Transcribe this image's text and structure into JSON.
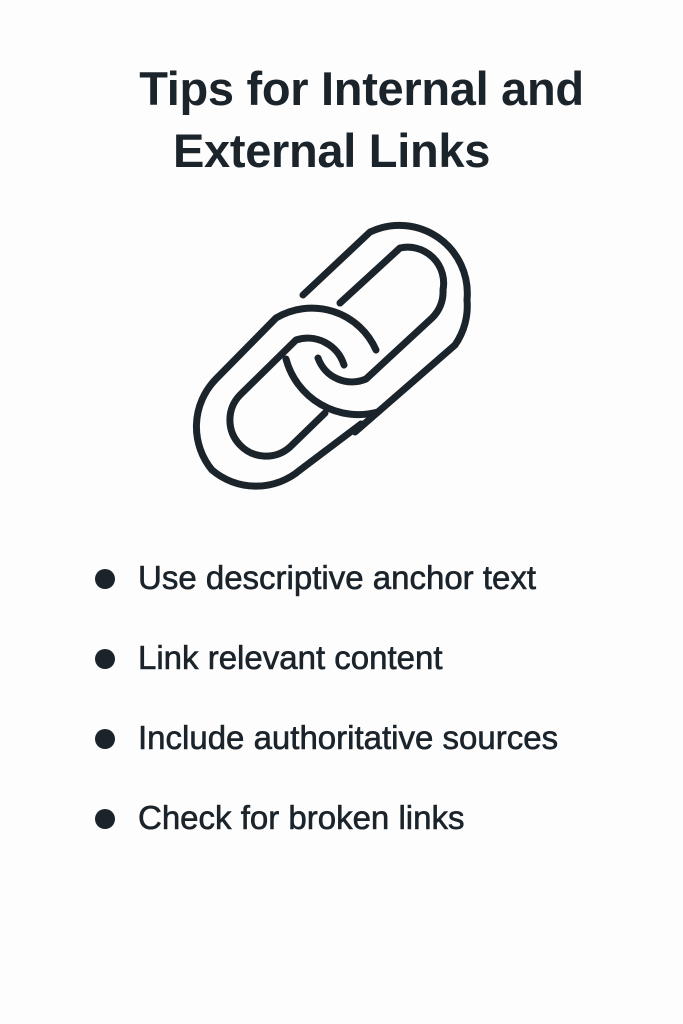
{
  "title": {
    "line1": "Tips for Internal and",
    "line2": "External Links"
  },
  "icon": {
    "name": "chain-link-icon",
    "stroke_color": "#1b232b",
    "background_color": "#fdfdfd"
  },
  "tips": [
    {
      "text": "Use descriptive anchor text"
    },
    {
      "text": "Link relevant content"
    },
    {
      "text": "Include authoritative sources"
    },
    {
      "text": "Check for broken links"
    }
  ],
  "colors": {
    "text": "#1b232b",
    "background": "#fdfdfd"
  }
}
